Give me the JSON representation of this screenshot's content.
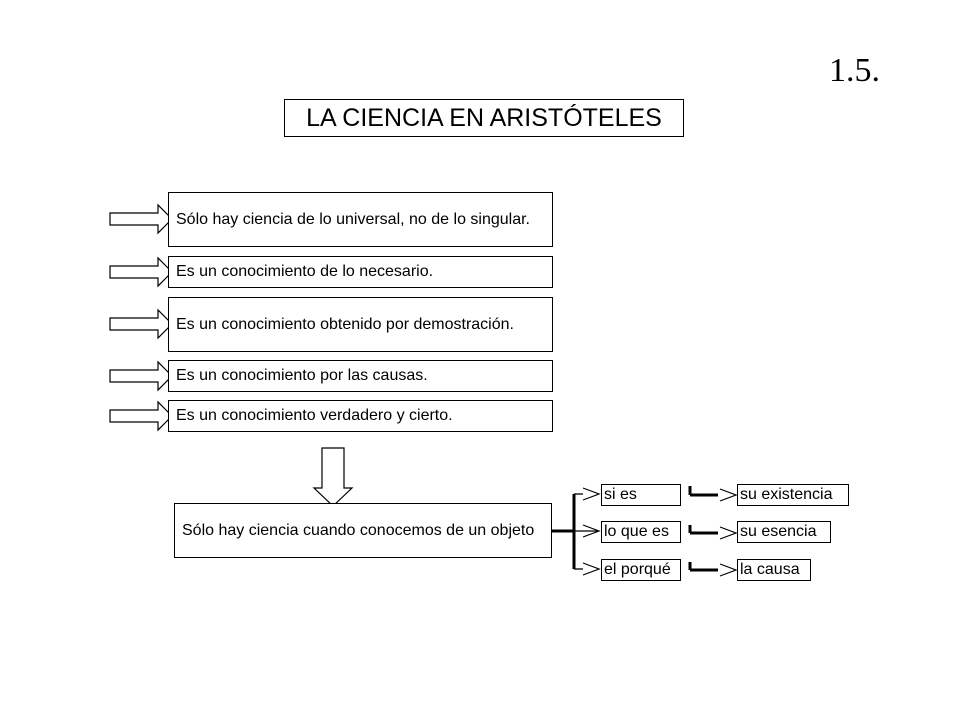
{
  "slide_number": "1.5.",
  "title": "LA CIENCIA EN ARISTÓTELES",
  "characteristics": [
    "Sólo hay ciencia de lo universal, no de lo singular.",
    "Es un conocimiento de lo necesario.",
    "Es un conocimiento obtenido por demostración.",
    "Es un conocimiento por las causas.",
    "Es un conocimiento verdadero y cierto."
  ],
  "conclusion": "Sólo hay ciencia cuando conocemos de un objeto",
  "knowledge_of": [
    {
      "term": "si es",
      "meaning": "su existencia"
    },
    {
      "term": "lo que es",
      "meaning": "su esencia"
    },
    {
      "term": "el porqué",
      "meaning": "la causa"
    }
  ],
  "colors": {
    "line": "#000000",
    "background": "#ffffff"
  }
}
